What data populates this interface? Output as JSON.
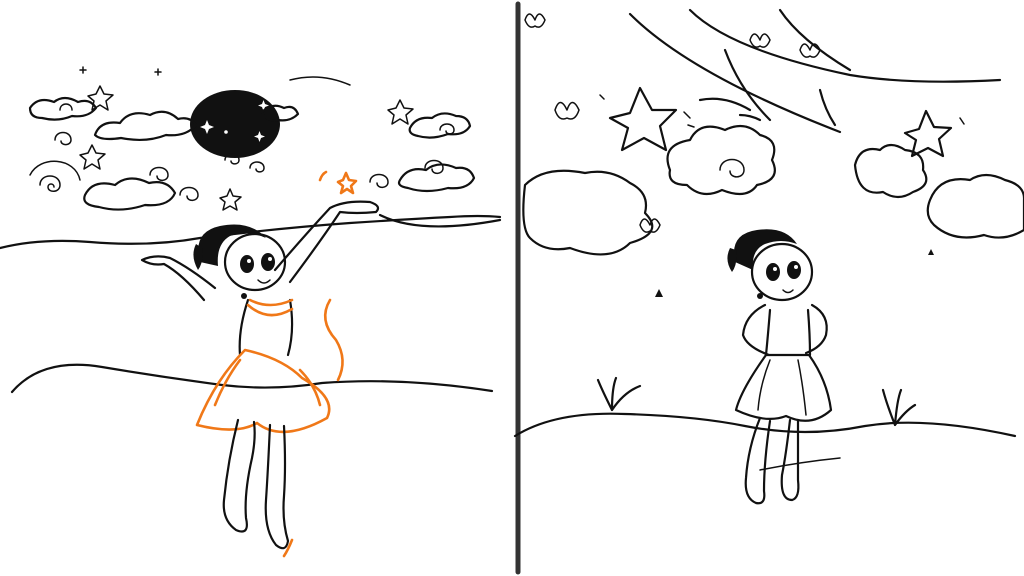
{
  "canvas": {
    "background": "#ffffff",
    "ink_color": "#111111",
    "accent_color": "#f07818",
    "divider_color": "#333333"
  },
  "panels": [
    {
      "scene": "girl-dancing-under-night-sky",
      "elements": [
        "moon-icon",
        "cloud-icon",
        "star-icon",
        "swirl-icon",
        "girl-figure",
        "orange-skirt-sketch",
        "hill-line"
      ]
    },
    {
      "scene": "girl-standing-hands-on-hips",
      "elements": [
        "tree-branch",
        "butterfly-icon",
        "star-icon",
        "cloud-icon",
        "grass-tuft-icon",
        "girl-figure",
        "hill-line"
      ]
    }
  ]
}
